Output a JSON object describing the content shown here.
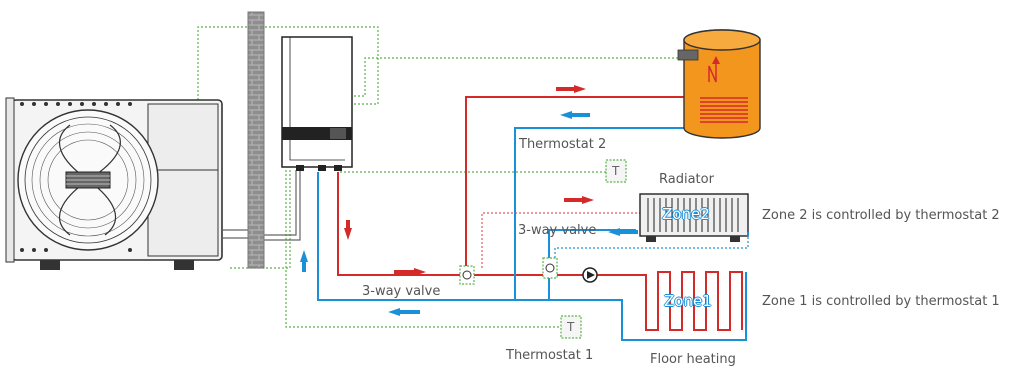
{
  "labels": {
    "thermostat_2": "Thermostat 2",
    "thermostat_1": "Thermostat 1",
    "radiator": "Radiator",
    "zone2_desc": "Zone 2 is controlled by thermostat 2",
    "zone1_desc": "Zone 1 is controlled by thermostat 1",
    "valve_upper": "3-way valve",
    "valve_lower": "3-way valve",
    "floor_heating": "Floor heating",
    "zone2": "Zone2",
    "zone1": "Zone1",
    "thermostat_symbol": "T"
  },
  "colors": {
    "hot_pipe": "#d42a2a",
    "cold_pipe": "#1a90d8",
    "signal_wire": "#5cb24a",
    "zone2_wire": "#e05a5a",
    "tank_fill": "#f2961e",
    "tank_coil": "#d42a2a",
    "brick": "#9a9a9a"
  },
  "icons": [
    "outdoor-unit-icon",
    "indoor-unit-icon",
    "wall-icon",
    "tank-icon",
    "radiator-icon",
    "floor-coil-icon",
    "valve-icon",
    "pump-icon",
    "thermostat-icon",
    "arrow-icon"
  ]
}
